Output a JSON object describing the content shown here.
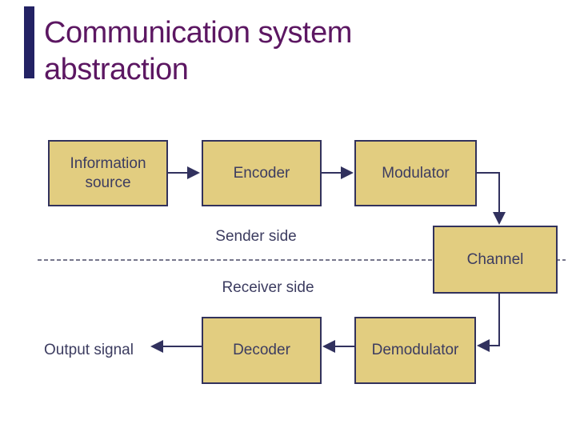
{
  "slide": {
    "title": "Communication system abstraction",
    "colors": {
      "title": "#5C1762",
      "accent_bar": "#232264",
      "box_fill": "#E2CD80",
      "box_border": "#32325C",
      "text": "#3C3C60",
      "line": "#31315E",
      "dashed_line": "#4A4A66"
    }
  },
  "diagram": {
    "boxes": {
      "information_source": "Information source",
      "encoder": "Encoder",
      "modulator": "Modulator",
      "channel": "Channel",
      "decoder": "Decoder",
      "demodulator": "Demodulator"
    },
    "labels": {
      "sender": "Sender side",
      "receiver": "Receiver side",
      "output": "Output signal"
    }
  }
}
